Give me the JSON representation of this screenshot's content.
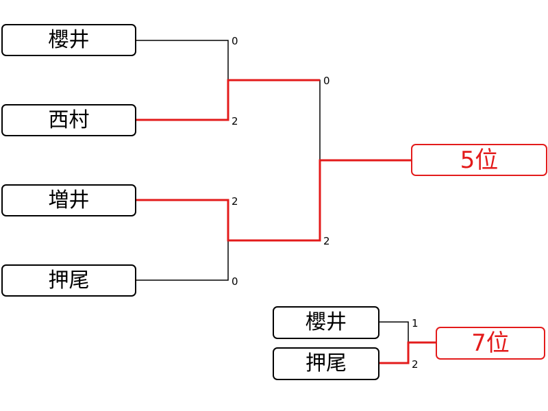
{
  "bracket_main": {
    "players": [
      "櫻井",
      "西村",
      "増井",
      "押尾"
    ],
    "round1_scores": [
      "0",
      "2",
      "2",
      "0"
    ],
    "round2_scores": [
      "0",
      "2"
    ],
    "result_label": "5位"
  },
  "bracket_small": {
    "players": [
      "櫻井",
      "押尾"
    ],
    "scores": [
      "1",
      "2"
    ],
    "result_label": "7位"
  },
  "colors": {
    "line": "#000000",
    "winner_line": "#e31b1b",
    "result_text": "#e31b1b"
  }
}
